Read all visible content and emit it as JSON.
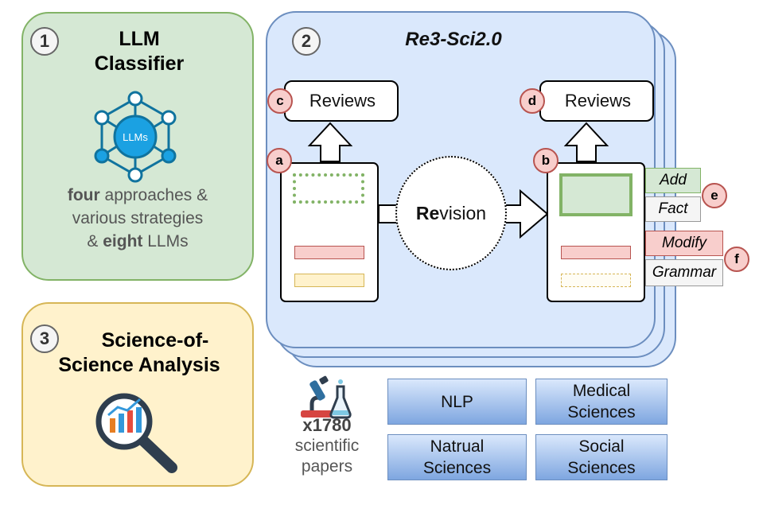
{
  "panel1": {
    "number": "1",
    "title_line1": "LLM",
    "title_line2": "Classifier",
    "icon_label": "LLMs",
    "desc_w1": "four",
    "desc_t1": " approaches &",
    "desc_line2": "various strategies",
    "desc_t3a": "& ",
    "desc_w3": "eight",
    "desc_t3b": " LLMs"
  },
  "panel2": {
    "number": "2",
    "title": "Re3-Sci2.0",
    "reviews_left": "Reviews",
    "reviews_right": "Reviews",
    "revision_bold": "Re",
    "revision_rest": "vision",
    "badges": {
      "a": "a",
      "b": "b",
      "c": "c",
      "d": "d",
      "e": "e",
      "f": "f"
    },
    "tags": {
      "add": "Add",
      "fact": "Fact",
      "modify": "Modify",
      "grammar": "Grammar"
    }
  },
  "panel3": {
    "number": "3",
    "title_line1": "Science-of-",
    "title_line2": "Science Analysis"
  },
  "corpus": {
    "count": "x1780",
    "line2": "scientific",
    "line3": "papers"
  },
  "fields": {
    "nlp": "NLP",
    "medical_1": "Medical",
    "medical_2": "Sciences",
    "natural_1": "Natrual",
    "natural_2": "Sciences",
    "social_1": "Social",
    "social_2": "Sciences"
  },
  "colors": {
    "green_fill": "#d5e8d4",
    "green_stroke": "#82b366",
    "yellow_fill": "#fff2cc",
    "yellow_stroke": "#d6b656",
    "blue_fill": "#dae8fc",
    "blue_stroke": "#6c8ebf",
    "red_fill": "#f8cecc",
    "red_stroke": "#b85450",
    "node_blue": "#1ba1e2",
    "node_stroke": "#10739e"
  }
}
